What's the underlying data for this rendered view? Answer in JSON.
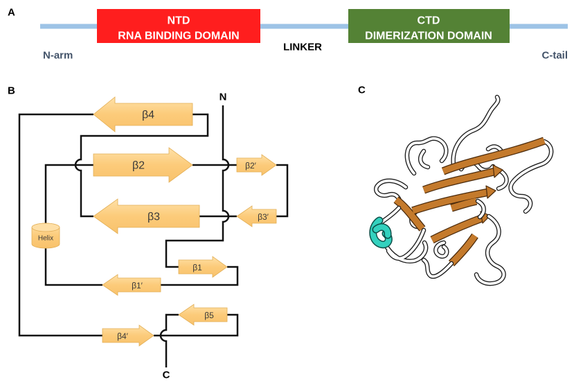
{
  "panel_labels": {
    "a": "A",
    "b": "B",
    "c": "C"
  },
  "domain_map": {
    "backbone_color": "#9DC3E6",
    "terminal_label_color": "#44546A",
    "ntd": {
      "name": "NTD",
      "function": "RNA BINDING DOMAIN",
      "color": "#FF1E1E"
    },
    "linker": "LINKER",
    "ctd": {
      "name": "CTD",
      "function": "DIMERIZATION DOMAIN",
      "color": "#548235"
    },
    "n_arm": "N-arm",
    "c_tail": "C-tail"
  },
  "topology": {
    "n_terminus": "N",
    "c_terminus": "C",
    "element_color": "#FCCB7A",
    "strands": {
      "b4": "β4",
      "b2": "β2",
      "b2p": "β2′",
      "b3": "β3",
      "b3p": "β3′",
      "b1": "β1",
      "b1p": "β1′",
      "b5": "β5",
      "b4p": "β4′"
    },
    "helix": "Helix"
  },
  "structure_3d": {
    "strand_color": "#C47A2C",
    "helix_color": "#33D1BE",
    "coil_color": "#FFFFFF"
  }
}
